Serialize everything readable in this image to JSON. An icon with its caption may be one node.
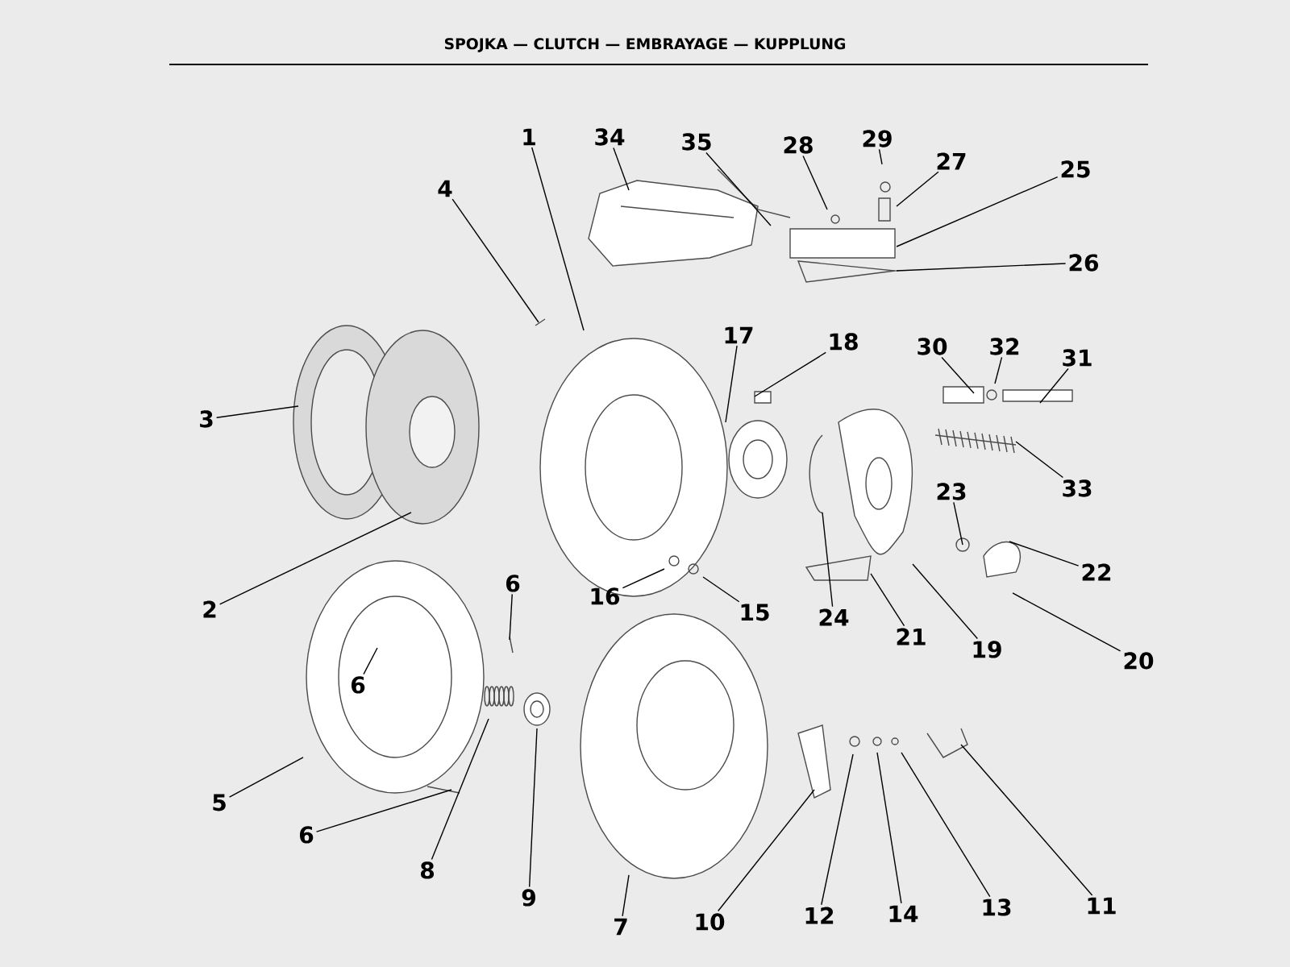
{
  "diagram": {
    "title": "SPOJKA — CLUTCH — EMBRAYAGE — KUPPLUNG",
    "nodes": [
      {
        "text": [
          "1"
        ]
      },
      {
        "text": [
          "34"
        ]
      },
      {
        "text": [
          "35"
        ]
      },
      {
        "text": [
          "28"
        ]
      },
      {
        "text": [
          "29"
        ]
      },
      {
        "text": [
          "27"
        ]
      },
      {
        "text": [
          "25"
        ]
      },
      {
        "text": [
          "4"
        ]
      },
      {
        "text": [
          "26"
        ]
      },
      {
        "text": [
          "17"
        ]
      },
      {
        "text": [
          "18"
        ]
      },
      {
        "text": [
          "30"
        ]
      },
      {
        "text": [
          "32"
        ]
      },
      {
        "text": [
          "31"
        ]
      },
      {
        "text": [
          "3"
        ]
      },
      {
        "text": [
          "33"
        ]
      },
      {
        "text": [
          "23"
        ]
      },
      {
        "text": [
          "22"
        ]
      },
      {
        "text": [
          "2"
        ]
      },
      {
        "text": [
          "6"
        ]
      },
      {
        "text": [
          "16"
        ]
      },
      {
        "text": [
          "15"
        ]
      },
      {
        "text": [
          "24"
        ]
      },
      {
        "text": [
          "21"
        ]
      },
      {
        "text": [
          "19"
        ]
      },
      {
        "text": [
          "20"
        ]
      },
      {
        "text": [
          "6"
        ]
      },
      {
        "text": [
          "5"
        ]
      },
      {
        "text": [
          "6"
        ]
      },
      {
        "text": [
          "8"
        ]
      },
      {
        "text": [
          "9"
        ]
      },
      {
        "text": [
          "7"
        ]
      },
      {
        "text": [
          "10"
        ]
      },
      {
        "text": [
          "12"
        ]
      },
      {
        "text": [
          "14"
        ]
      },
      {
        "text": [
          "13"
        ]
      },
      {
        "text": [
          "11"
        ]
      }
    ],
    "edges": [
      {
        "from": 0,
        "to": null,
        "arrow": "none"
      },
      {
        "from": 1,
        "to": null,
        "arrow": "none"
      },
      {
        "from": 2,
        "to": null,
        "arrow": "none"
      },
      {
        "from": 3,
        "to": null,
        "arrow": "none"
      },
      {
        "from": 4,
        "to": null,
        "arrow": "none"
      },
      {
        "from": 5,
        "to": null,
        "arrow": "none"
      },
      {
        "from": 6,
        "to": null,
        "arrow": "none"
      },
      {
        "from": 7,
        "to": null,
        "arrow": "none"
      },
      {
        "from": 8,
        "to": null,
        "arrow": "none"
      },
      {
        "from": 9,
        "to": null,
        "arrow": "none"
      },
      {
        "from": 10,
        "to": null,
        "arrow": "none"
      },
      {
        "from": 11,
        "to": null,
        "arrow": "none"
      },
      {
        "from": 12,
        "to": null,
        "arrow": "none"
      },
      {
        "from": 13,
        "to": null,
        "arrow": "none"
      },
      {
        "from": 14,
        "to": null,
        "arrow": "none"
      },
      {
        "from": 15,
        "to": null,
        "arrow": "none"
      },
      {
        "from": 16,
        "to": null,
        "arrow": "none"
      },
      {
        "from": 17,
        "to": null,
        "arrow": "none"
      },
      {
        "from": 18,
        "to": null,
        "arrow": "none"
      },
      {
        "from": 19,
        "to": null,
        "arrow": "none"
      },
      {
        "from": 20,
        "to": null,
        "arrow": "none"
      },
      {
        "from": 21,
        "to": null,
        "arrow": "none"
      },
      {
        "from": 22,
        "to": null,
        "arrow": "none"
      },
      {
        "from": 23,
        "to": null,
        "arrow": "none"
      },
      {
        "from": 24,
        "to": null,
        "arrow": "none"
      },
      {
        "from": 25,
        "to": null,
        "arrow": "none"
      },
      {
        "from": 26,
        "to": null,
        "arrow": "none"
      },
      {
        "from": 27,
        "to": null,
        "arrow": "none"
      },
      {
        "from": 28,
        "to": null,
        "arrow": "none"
      },
      {
        "from": 29,
        "to": null,
        "arrow": "none"
      },
      {
        "from": 30,
        "to": null,
        "arrow": "none"
      },
      {
        "from": 31,
        "to": null,
        "arrow": "none"
      },
      {
        "from": 32,
        "to": null,
        "arrow": "none"
      },
      {
        "from": 33,
        "to": null,
        "arrow": "none"
      },
      {
        "from": 34,
        "to": null,
        "arrow": "none"
      },
      {
        "from": 35,
        "to": null,
        "arrow": "none"
      },
      {
        "from": 36,
        "to": null,
        "arrow": "none"
      }
    ]
  }
}
